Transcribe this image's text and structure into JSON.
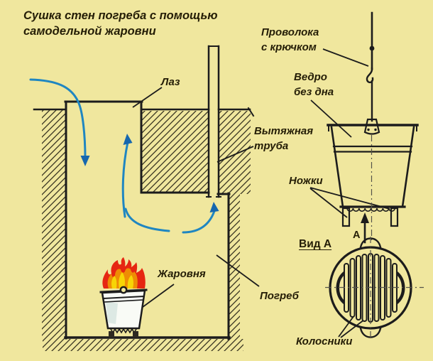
{
  "title": {
    "line1": "Сушка стен погреба с помощью",
    "line2": "самодельной жаровни"
  },
  "labels": {
    "hatch": "Лаз",
    "wire": {
      "line1": "Проволока",
      "line2": "с крючком"
    },
    "bucket": {
      "line1": "Ведро",
      "line2": "без дна"
    },
    "flue": {
      "line1": "Вытяжная",
      "line2": "труба"
    },
    "legs": "Ножки",
    "view_a": "Вид А",
    "view_direction": "А",
    "grates": "Колосники",
    "brazier": "Жаровня",
    "cellar": "Погреб"
  },
  "colors": {
    "background": "#f0e79e",
    "line": "#1c1c1c",
    "arrow_blue": "#1f86c1",
    "arrowhead_blue": "#1667ae",
    "flame_red": "#e62612",
    "flame_orange": "#ee8d04",
    "flame_yellow": "#f7d506",
    "bucket_fill": "#f9fbf6"
  }
}
